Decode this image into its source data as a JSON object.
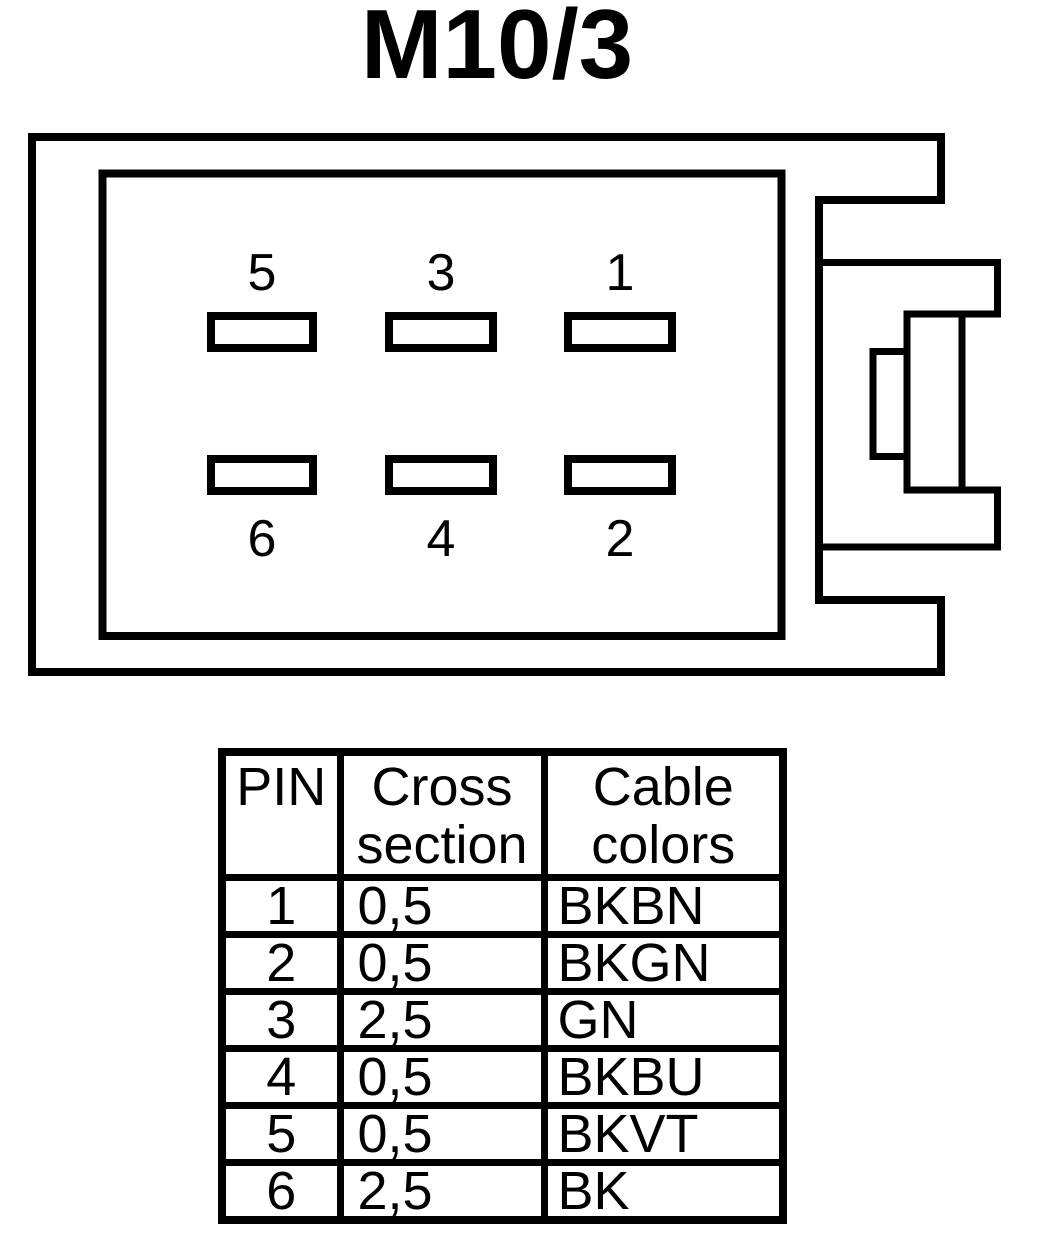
{
  "title": "M10/3",
  "colors": {
    "line": "#000000",
    "background": "#ffffff"
  },
  "connector": {
    "pins_top": [
      "5",
      "3",
      "1"
    ],
    "pins_bottom": [
      "6",
      "4",
      "2"
    ]
  },
  "table": {
    "headers": {
      "pin": "PIN",
      "cross_section": "Cross section",
      "cable_colors": "Cable colors"
    },
    "rows": [
      {
        "pin": "1",
        "cross_section": "0,5",
        "cable_colors": "BKBN"
      },
      {
        "pin": "2",
        "cross_section": "0,5",
        "cable_colors": "BKGN"
      },
      {
        "pin": "3",
        "cross_section": "2,5",
        "cable_colors": "GN"
      },
      {
        "pin": "4",
        "cross_section": "0,5",
        "cable_colors": "BKBU"
      },
      {
        "pin": "5",
        "cross_section": "0,5",
        "cable_colors": "BKVT"
      },
      {
        "pin": "6",
        "cross_section": "2,5",
        "cable_colors": "BK"
      }
    ]
  }
}
